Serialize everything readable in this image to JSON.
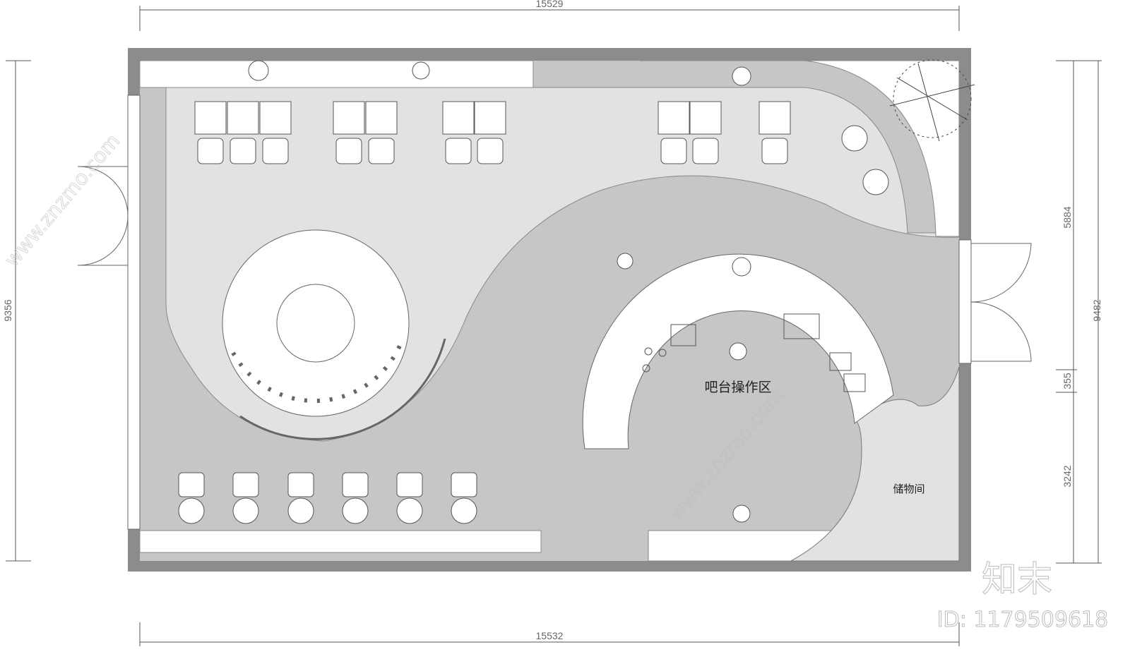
{
  "dimensions": {
    "top": "15529",
    "bottom": "15532",
    "left": "9356",
    "right_upper": "5884",
    "right_gap": "355",
    "right_lower": "3242",
    "right_total": "9482"
  },
  "rooms": {
    "bar": "吧台操作区",
    "storage": "储物间"
  },
  "watermark": {
    "logo": "知末",
    "id": "ID: 1179509618",
    "site": "www.znzmo.com"
  },
  "colors": {
    "wall": "#8c8c8c",
    "floor_dark": "#c6c6c6",
    "floor_light": "#e2e2e2"
  }
}
